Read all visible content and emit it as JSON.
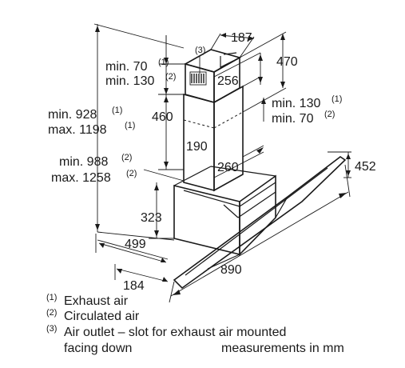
{
  "dimensions": {
    "d187": "187",
    "d470": "470",
    "d256": "256",
    "d460": "460",
    "d190": "190",
    "d260": "260",
    "d452": "452",
    "d323": "323",
    "d499": "499",
    "d890": "890",
    "d184": "184",
    "callout3": "(3)"
  },
  "labels": {
    "min70_a": {
      "text": "min. 70",
      "sup": "(1)"
    },
    "min130_a": {
      "text": "min. 130",
      "sup": "(2)"
    },
    "min130_b": {
      "text": "min. 130",
      "sup": "(1)"
    },
    "min70_b": {
      "text": "min. 70",
      "sup": "(2)"
    },
    "min928": {
      "text": "min. 928",
      "sup": "(1)"
    },
    "max1198": {
      "text": "max. 1198",
      "sup": "(1)"
    },
    "min988": {
      "text": "min. 988",
      "sup": "(2)"
    },
    "max1258": {
      "text": "max. 1258",
      "sup": "(2)"
    }
  },
  "legend": {
    "item1": {
      "num": "(1)",
      "text": "Exhaust air"
    },
    "item2": {
      "num": "(2)",
      "text": "Circulated air"
    },
    "item3": {
      "num": "(3)",
      "text": "Air outlet – slot for exhaust air mounted"
    },
    "item3b": "facing down",
    "units": "measurements in mm"
  }
}
